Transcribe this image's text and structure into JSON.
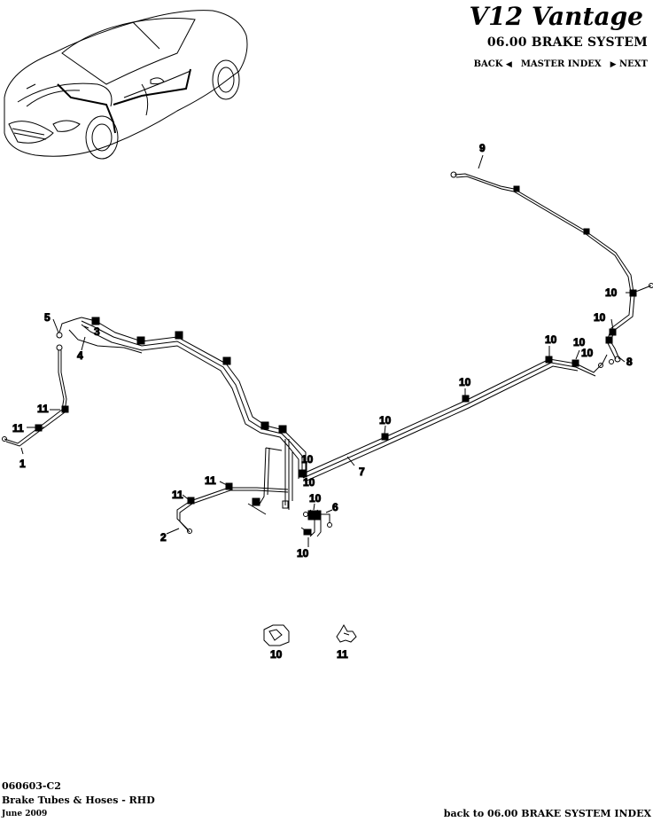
{
  "header": {
    "brand": "V12 Vantage",
    "section_title": "06.00 BRAKE SYSTEM",
    "nav": {
      "back": "BACK",
      "master_index": "MASTER INDEX",
      "next": "NEXT"
    }
  },
  "diagram": {
    "callouts": [
      "1",
      "2",
      "3",
      "4",
      "5",
      "6",
      "7",
      "8",
      "9",
      "10",
      "10",
      "10",
      "10",
      "10",
      "10",
      "10",
      "10",
      "10",
      "10",
      "10",
      "10",
      "11",
      "11",
      "11",
      "11",
      "11"
    ]
  },
  "footer": {
    "code": "060603-C2",
    "title": "Brake Tubes & Hoses - RHD",
    "date": "June 2009",
    "back_link": "back to 06.00 BRAKE SYSTEM INDEX"
  },
  "colors": {
    "ink": "#000000",
    "background": "#ffffff"
  },
  "icons": [
    "arrow-left-icon",
    "arrow-right-icon",
    "car-illustration-icon",
    "clip-icon",
    "bracket-icon"
  ]
}
